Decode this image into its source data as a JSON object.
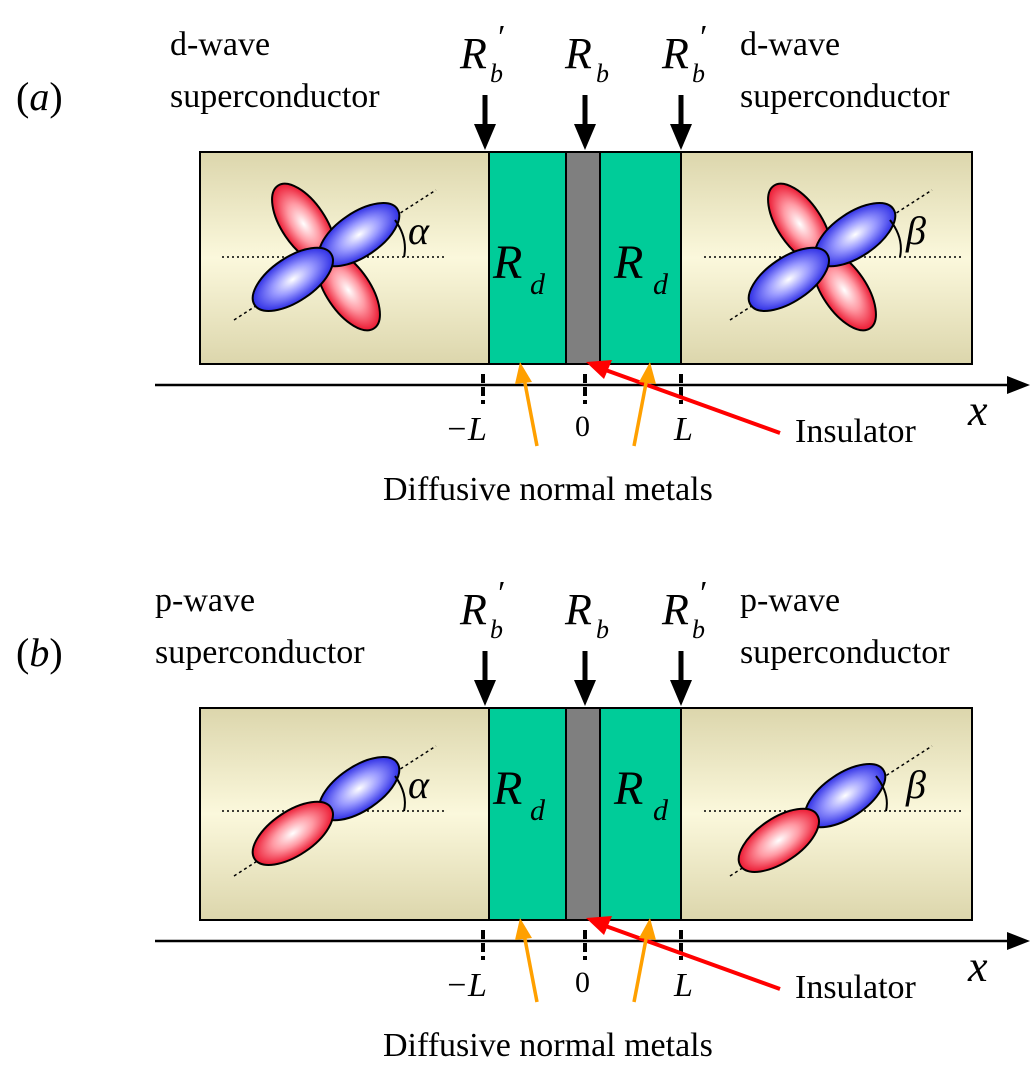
{
  "panels": [
    {
      "label_open": "(",
      "label_letter": "a",
      "label_close": ")",
      "left_sc": {
        "line1": "d-wave",
        "line2": "superconductor"
      },
      "right_sc": {
        "line1": "d-wave",
        "line2": "superconductor"
      },
      "left_angle": "α",
      "right_angle": "β",
      "symmetry": "d",
      "r_b_prime": {
        "main": "R",
        "sub": "b",
        "prime": "′"
      },
      "r_b": {
        "main": "R",
        "sub": "b"
      },
      "r_d": {
        "main": "R",
        "sub": "d"
      },
      "axis": {
        "variable": "x",
        "tick_left": "−L",
        "tick_center": "0",
        "tick_right": "L"
      },
      "insulator_label": "Insulator",
      "metals_label": "Diffusive normal metals"
    },
    {
      "label_open": "(",
      "label_letter": "b",
      "label_close": ")",
      "left_sc": {
        "line1": "p-wave",
        "line2": "superconductor"
      },
      "right_sc": {
        "line1": "p-wave",
        "line2": "superconductor"
      },
      "left_angle": "α",
      "right_angle": "β",
      "symmetry": "p",
      "r_b_prime": {
        "main": "R",
        "sub": "b",
        "prime": "′"
      },
      "r_b": {
        "main": "R",
        "sub": "b"
      },
      "r_d": {
        "main": "R",
        "sub": "d"
      },
      "axis": {
        "variable": "x",
        "tick_left": "−L",
        "tick_center": "0",
        "tick_right": "L"
      },
      "insulator_label": "Insulator",
      "metals_label": "Diffusive normal metals"
    }
  ],
  "colors": {
    "superconductor_fill": "#eeeacc",
    "superconductor_edge": "#b4ae84",
    "normal_metal": "#00cc99",
    "insulator": "#7f7f7f",
    "lobe_positive": "#e8001c",
    "lobe_negative": "#1a1ae0",
    "insulator_arrow": "#ff0000",
    "metal_arrow": "#ffa000"
  }
}
